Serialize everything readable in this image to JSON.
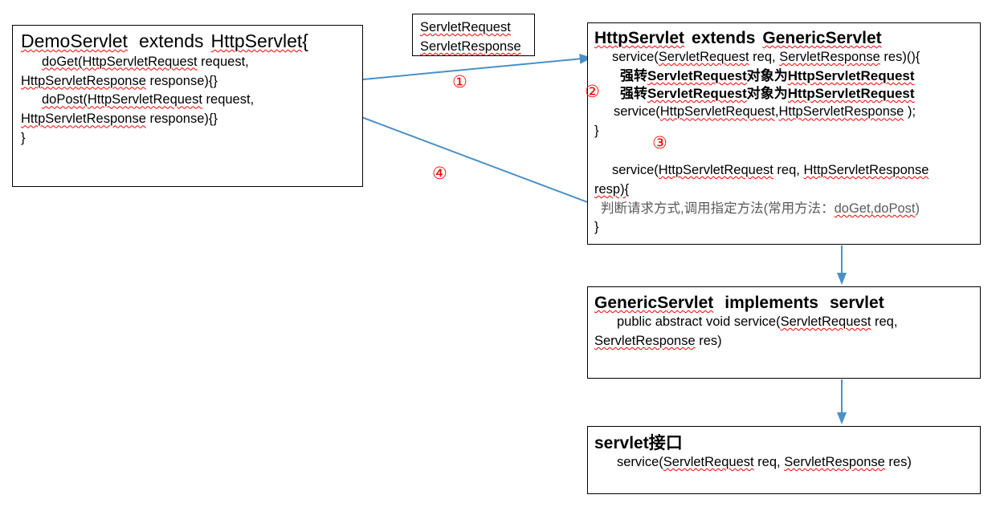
{
  "diagram": {
    "title": "Servlet inheritance hierarchy diagram",
    "accent_color": "#4a90c4",
    "marker_color": "#ff0000",
    "box_border_color": "#000000",
    "chinese_text_color": "#5a5a5a"
  },
  "demo_servlet": {
    "title": "DemoServlet  extends HttpServlet{",
    "line1": "doGet(HttpServletRequest request,",
    "line2": "HttpServletResponse response){}",
    "line3": "doPost(HttpServletRequest request,",
    "line4": "HttpServletResponse response){}",
    "line5": "}"
  },
  "servlet_req_res": {
    "line1": "ServletRequest",
    "line2": "ServletResponse"
  },
  "http_servlet": {
    "title": "HttpServlet extends GenericServlet",
    "line1": "service(ServletRequest req, ServletResponse res)(){",
    "line2_prefix": "强转",
    "line2_b1": "ServletRequest",
    "line2_mid": "对象为",
    "line2_b2": "HttpServletRequest",
    "line3_prefix": "强转",
    "line3_b1": "ServletRequest",
    "line3_mid": "对象为",
    "line3_b2": "HttpServletRequest",
    "line4": "service(HttpServletRequest,HttpServletResponse );",
    "line5": "}",
    "line6": "service(HttpServletRequest req, HttpServletResponse",
    "line7": "resp){",
    "line8": "判断请求方式,调用指定方法(常用方法：doGet,doPost)",
    "line9": "}"
  },
  "generic_servlet": {
    "title": "GenericServlet  implements  servlet",
    "line1": "public abstract void service(ServletRequest req,",
    "line2": "ServletResponse res)"
  },
  "servlet_interface": {
    "title": "servlet接口",
    "line1": "service(ServletRequest req, ServletResponse res)"
  },
  "markers": {
    "one": "①",
    "two": "②",
    "three": "③",
    "four": "④"
  },
  "fragments": {
    "doGet": "doGet(",
    "doPost": "doPost(",
    "HttpServletRequest": "HttpServletRequest",
    "HttpServletResponse": "HttpServletResponse",
    "ServletRequest": "ServletRequest",
    "ServletResponse": "ServletResponse",
    "request_sfx": " request,",
    "response_sfx": " response){}",
    "service_open": "service(",
    "req_sep": " req, ",
    "res_close": " res)(){",
    "res_close_plain": " res)",
    "service_call": "service(",
    "comma": ",",
    "semi": " );",
    "brace_close": "}",
    "public_abstract": "public abstract void service(",
    "req_comma": " req,",
    "resp_open": "resp){",
    "cn_judge": "判断请求方式,调用指定方法(常用方法：",
    "doGet_doPost": "doGet,doPost",
    "paren_close": ")",
    "DemoServlet": "DemoServlet",
    "extends": "extends",
    "HttpServlet": "HttpServlet",
    "brace_open": "{",
    "GenericServlet": "GenericServlet",
    "implements": "implements",
    "servlet": "servlet",
    "servlet_cn": "servlet接口"
  }
}
